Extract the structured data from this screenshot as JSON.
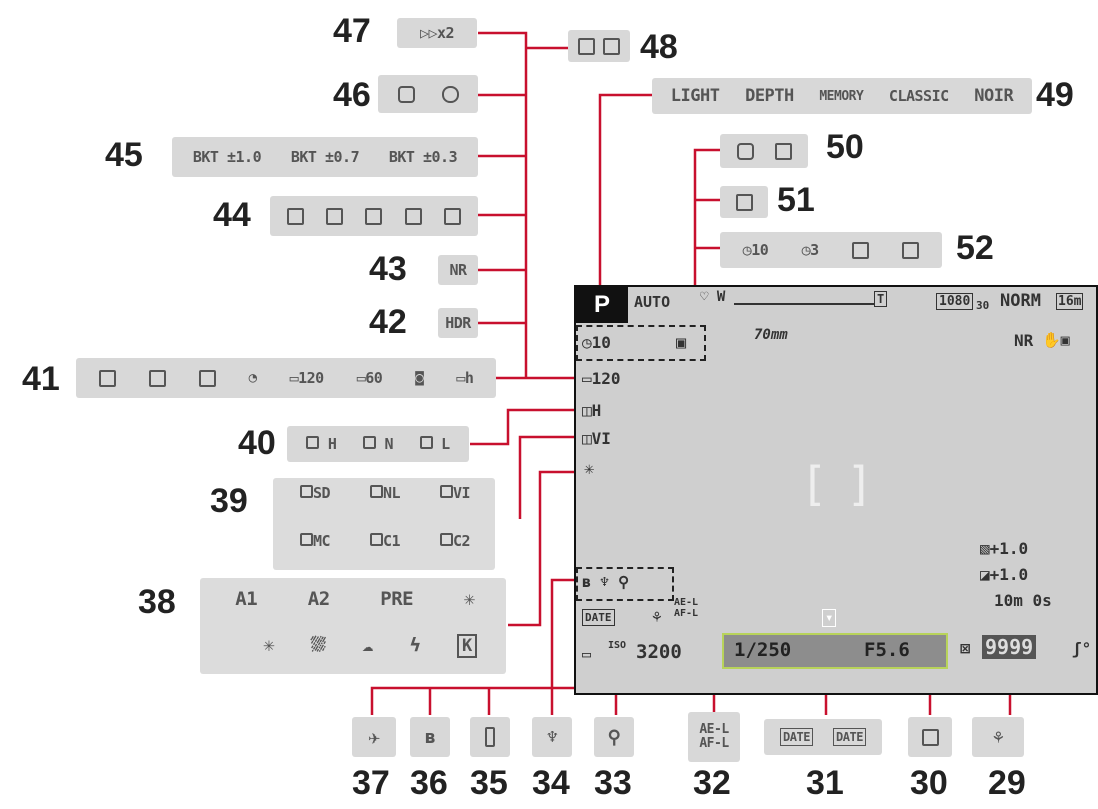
{
  "callouts": {
    "n29": "29",
    "n30": "30",
    "n31": "31",
    "n32": "32",
    "n33": "33",
    "n34": "34",
    "n35": "35",
    "n36": "36",
    "n37": "37",
    "n38": "38",
    "n39": "39",
    "n40": "40",
    "n41": "41",
    "n42": "42",
    "n43": "43",
    "n44": "44",
    "n45": "45",
    "n46": "46",
    "n47": "47",
    "n48": "48",
    "n49": "49",
    "n50": "50",
    "n51": "51",
    "n52": "52"
  },
  "indicators": {
    "ffx2": "▷▷x2",
    "bkt": [
      "BKT ±1.0",
      "BKT ±0.7",
      "BKT ±0.3"
    ],
    "nr": "NR",
    "hdr": "HDR",
    "cont41": [
      "▭120",
      "▭60",
      "▭h"
    ],
    "ad40": [
      "H",
      "N",
      "L"
    ],
    "pc39": [
      "SD",
      "NL",
      "VI",
      "MC",
      "C1",
      "C2"
    ],
    "wb38_row1": [
      "A1",
      "A2",
      "PRE",
      "✳"
    ],
    "wb38_row2": [
      "✳",
      "⛆",
      "☁",
      "ϟ",
      "K"
    ],
    "creative49": [
      "LIGHT",
      "DEPTH",
      "MEMORY",
      "CLASSIC",
      "NOIR"
    ],
    "timer52": [
      "10",
      "3"
    ],
    "ae32_a": "AE-L",
    "ae32_b": "AF-L",
    "date31": [
      "DATE",
      "DATE"
    ]
  },
  "screen": {
    "mode": "P",
    "iso_auto": "AUTO",
    "focal": "70mm",
    "tele": "T",
    "wide": "W",
    "movie": "1080",
    "fps": "30",
    "quality": "NORM",
    "size": "16m",
    "nr": "NR",
    "timer": "10",
    "cont": "120",
    "adl": "H",
    "pc": "VI",
    "flash_comp": "+1.0",
    "exp_comp": "+1.0",
    "rec_time": "10m 0s",
    "date": "DATE",
    "ae": "AE-L",
    "af": "AF-L",
    "iso_label": "ISO",
    "iso": "3200",
    "shutter": "1/250",
    "aperture": "F5.6",
    "remaining": "9999"
  },
  "colors": {
    "line": "#c8102e",
    "panel": "#d8d8d8",
    "screen": "#cfcfcf",
    "exposure_bar": "#8d8d8d",
    "exposure_border": "#b8d35a"
  }
}
